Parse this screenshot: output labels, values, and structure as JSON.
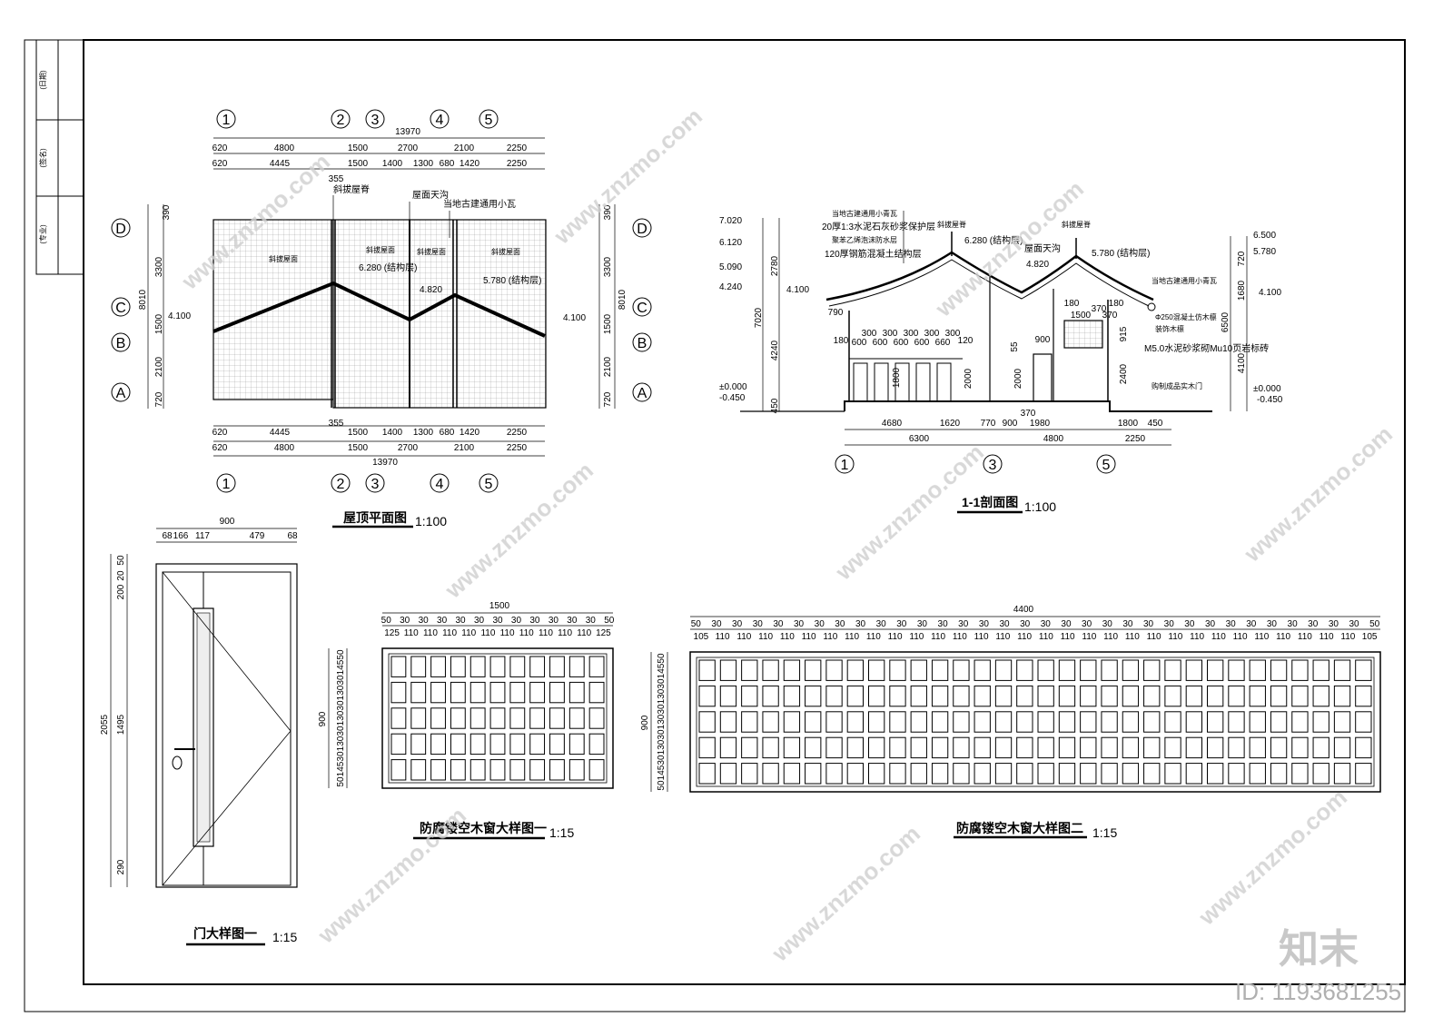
{
  "title_block": {
    "cells": [
      "(日期)",
      "(签名)",
      "(专业)"
    ]
  },
  "watermark": {
    "text": "www.znzmo.com",
    "logo": "知末",
    "id": "ID: 1193681255"
  },
  "roof_plan": {
    "title": "屋顶平面图",
    "scale": "1:100",
    "axes_top": [
      "1",
      "2",
      "3",
      "4",
      "5"
    ],
    "axes_side": [
      "D",
      "C",
      "B",
      "A"
    ],
    "total": "13970",
    "dims_row1": [
      "620",
      "4800",
      "1500",
      "2700",
      "2100",
      "2250"
    ],
    "dims_row2": [
      "620",
      "4445",
      "1500",
      "1400",
      "1300",
      "680",
      "1420",
      "2250"
    ],
    "dim_355": "355",
    "side_dims": [
      "390",
      "3300",
      "1500",
      "2100",
      "720"
    ],
    "side_total": "8010",
    "labels": {
      "ridge": "斜拔屋脊",
      "gutter": "屋面天沟",
      "tile": "当地古建通用小瓦",
      "slope": "斜拔屋面",
      "elev1": "6.280 (结构层)",
      "elev2": "4.820",
      "elev3": "5.780 (结构层)",
      "elev4": "4.100"
    }
  },
  "section": {
    "title": "1-1剖面图",
    "scale": "1:100",
    "levels_left": [
      "7.020",
      "6.120",
      "5.090",
      "4.240",
      "4.100",
      "±0.000",
      "-0.450"
    ],
    "levels_right": [
      "6.500",
      "5.780",
      "4.100",
      "±0.000",
      "-0.450"
    ],
    "side_left": [
      "2780",
      "4240",
      "7020",
      "450"
    ],
    "side_right": [
      "720",
      "1680",
      "6500",
      "4100"
    ],
    "layers": [
      "当地古建通用小青瓦",
      "20厚1:3水泥石灰砂浆保护层",
      "聚苯乙烯泡沫防水层",
      "120厚钢筋混凝土结构层"
    ],
    "top_labels": {
      "ridge": "斜拔屋脊",
      "gutter": "屋面天沟",
      "elev1": "6.280 (结构层)",
      "elev2": "4.820",
      "elev3": "5.780 (结构层)"
    },
    "right_notes": [
      "当地古建通用小青瓦",
      "Φ250混凝土仿木檩",
      "装饰木檩",
      "M5.0水泥砂浆砌Mu10页岩标砖",
      "购制成品实木门"
    ],
    "bottom_dims1": [
      "4680",
      "1620",
      "770",
      "900",
      "1980",
      "1800",
      "450"
    ],
    "bottom_dims2": [
      "6300",
      "4800",
      "2250"
    ],
    "axes": [
      "1",
      "3",
      "5"
    ],
    "misc": {
      "d180": "180",
      "d1500": "1500",
      "d370": "370",
      "d180b": "180",
      "d790": "790",
      "d180c": "180",
      "d120": "120",
      "d915": "915",
      "d2000a": "2000",
      "d55": "55",
      "d2000b": "2000",
      "d900": "900",
      "d2400": "2400",
      "d370b": "370",
      "partitions": [
        "300",
        "300",
        "300",
        "300",
        "300"
      ],
      "partitions2": [
        "600",
        "600",
        "600",
        "600",
        "660"
      ],
      "d1800": "1800"
    }
  },
  "door": {
    "title": "门大样图一",
    "scale": "1:15",
    "width": "900",
    "top_dims": [
      "68",
      "166",
      "117",
      "479",
      "68"
    ],
    "side_dims": [
      "50",
      "20",
      "200",
      "1495",
      "290"
    ],
    "height": "2055"
  },
  "window1": {
    "title": "防腐镂空木窗大样图一",
    "scale": "1:15",
    "width": "1500",
    "height": "900",
    "top_row1": [
      "50",
      "30",
      "30",
      "30",
      "30",
      "30",
      "30",
      "30",
      "30",
      "30",
      "30",
      "30",
      "50"
    ],
    "top_row2": [
      "125",
      "110",
      "110",
      "110",
      "110",
      "110",
      "110",
      "110",
      "110",
      "110",
      "110",
      "125"
    ],
    "side_dims": [
      "50",
      "145",
      "30",
      "130",
      "30",
      "130",
      "30",
      "130",
      "30",
      "145",
      "50"
    ],
    "cols": 11,
    "rows": 5
  },
  "window2": {
    "title": "防腐镂空木窗大样图二",
    "scale": "1:15",
    "width": "4400",
    "height": "900",
    "top_row1_edge": "50",
    "top_row1_mid": "30",
    "top_row2_edge": "105",
    "top_row2_mid": "110",
    "side_dims": [
      "50",
      "145",
      "30",
      "130",
      "30",
      "130",
      "30",
      "130",
      "30",
      "145",
      "50"
    ],
    "cols": 32,
    "rows": 5
  }
}
